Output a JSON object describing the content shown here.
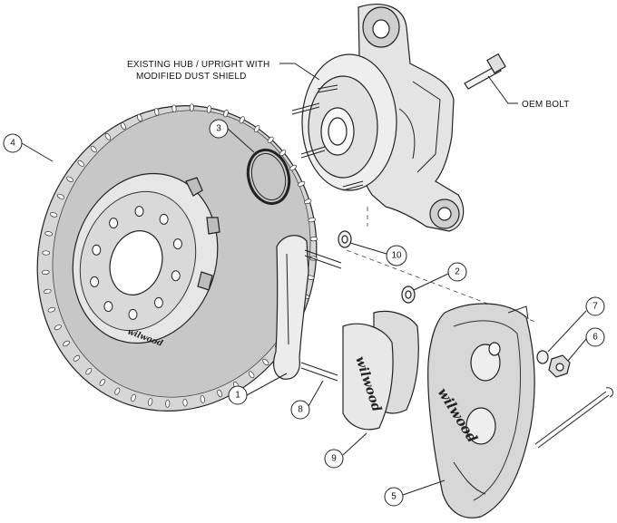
{
  "labels": {
    "hub": "EXISTING HUB / UPRIGHT WITH",
    "hub_line2": "MODIFIED DUST SHIELD",
    "oem_bolt": "OEM BOLT"
  },
  "callouts": {
    "rotor": "4",
    "ring": "3",
    "bracket": "1",
    "washer_upper": "10",
    "washer_mid": "2",
    "stud_lower": "8",
    "pads": "9",
    "caliper": "5",
    "washer_right": "7",
    "nut": "6"
  },
  "branding": {
    "rotor_logo": "wilwood",
    "pad_logo": "wilwood",
    "caliper_logo": "wilwood"
  }
}
